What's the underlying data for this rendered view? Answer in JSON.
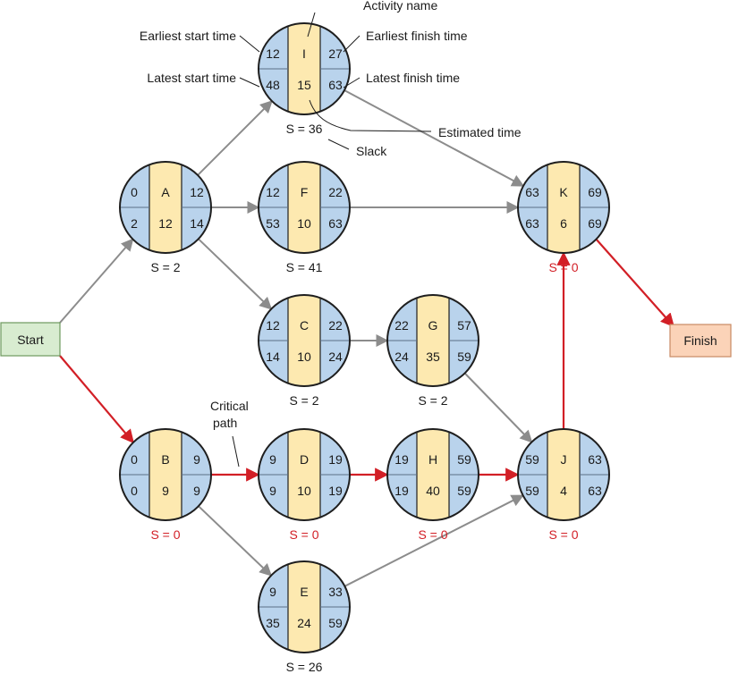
{
  "colors": {
    "node_fill": "#b9d3ec",
    "activity_fill": "#fde9b0",
    "node_stroke": "#1e1e1e",
    "critical": "#d21f26",
    "normal_arrow": "#8c8c8c",
    "start_fill": "#d8ecd0",
    "start_stroke": "#6e9a5e",
    "finish_fill": "#fbd3b8",
    "finish_stroke": "#c98a63"
  },
  "start_box": {
    "label": "Start"
  },
  "finish_box": {
    "label": "Finish"
  },
  "nodes": [
    {
      "id": "I",
      "es": "12",
      "ef": "27",
      "ls": "48",
      "lf": "63",
      "t": "15",
      "slack": "S = 36",
      "critical": false
    },
    {
      "id": "A",
      "es": "0",
      "ef": "12",
      "ls": "2",
      "lf": "14",
      "t": "12",
      "slack": "S = 2",
      "critical": false
    },
    {
      "id": "F",
      "es": "12",
      "ef": "22",
      "ls": "53",
      "lf": "63",
      "t": "10",
      "slack": "S = 41",
      "critical": false
    },
    {
      "id": "K",
      "es": "63",
      "ef": "69",
      "ls": "63",
      "lf": "69",
      "t": "6",
      "slack": "S = 0",
      "critical": true
    },
    {
      "id": "C",
      "es": "12",
      "ef": "22",
      "ls": "14",
      "lf": "24",
      "t": "10",
      "slack": "S = 2",
      "critical": false
    },
    {
      "id": "G",
      "es": "22",
      "ef": "57",
      "ls": "24",
      "lf": "59",
      "t": "35",
      "slack": "S = 2",
      "critical": false
    },
    {
      "id": "B",
      "es": "0",
      "ef": "9",
      "ls": "0",
      "lf": "9",
      "t": "9",
      "slack": "S = 0",
      "critical": true
    },
    {
      "id": "D",
      "es": "9",
      "ef": "19",
      "ls": "9",
      "lf": "19",
      "t": "10",
      "slack": "S = 0",
      "critical": true
    },
    {
      "id": "H",
      "es": "19",
      "ef": "59",
      "ls": "19",
      "lf": "59",
      "t": "40",
      "slack": "S = 0",
      "critical": true
    },
    {
      "id": "J",
      "es": "59",
      "ef": "63",
      "ls": "59",
      "lf": "63",
      "t": "4",
      "slack": "S = 0",
      "critical": true
    },
    {
      "id": "E",
      "es": "9",
      "ef": "33",
      "ls": "35",
      "lf": "59",
      "t": "24",
      "slack": "S = 26",
      "critical": false
    }
  ],
  "edges": [
    {
      "from": "Start",
      "to": "A",
      "critical": false
    },
    {
      "from": "Start",
      "to": "B",
      "critical": true
    },
    {
      "from": "A",
      "to": "I",
      "critical": false
    },
    {
      "from": "A",
      "to": "F",
      "critical": false
    },
    {
      "from": "A",
      "to": "C",
      "critical": false
    },
    {
      "from": "I",
      "to": "K",
      "critical": false
    },
    {
      "from": "F",
      "to": "K",
      "critical": false
    },
    {
      "from": "C",
      "to": "G",
      "critical": false
    },
    {
      "from": "G",
      "to": "J",
      "critical": false
    },
    {
      "from": "B",
      "to": "D",
      "critical": true
    },
    {
      "from": "B",
      "to": "E",
      "critical": false
    },
    {
      "from": "D",
      "to": "H",
      "critical": true
    },
    {
      "from": "H",
      "to": "J",
      "critical": true
    },
    {
      "from": "E",
      "to": "J",
      "critical": false
    },
    {
      "from": "J",
      "to": "K",
      "critical": true
    },
    {
      "from": "K",
      "to": "Finish",
      "critical": true
    }
  ],
  "legend": {
    "activity_name": "Activity name",
    "earliest_start": "Earliest start time",
    "earliest_finish": "Earliest finish time",
    "latest_start": "Latest start time",
    "latest_finish": "Latest finish time",
    "estimated_time": "Estimated time",
    "slack": "Slack",
    "critical_path_line1": "Critical",
    "critical_path_line2": "path"
  }
}
